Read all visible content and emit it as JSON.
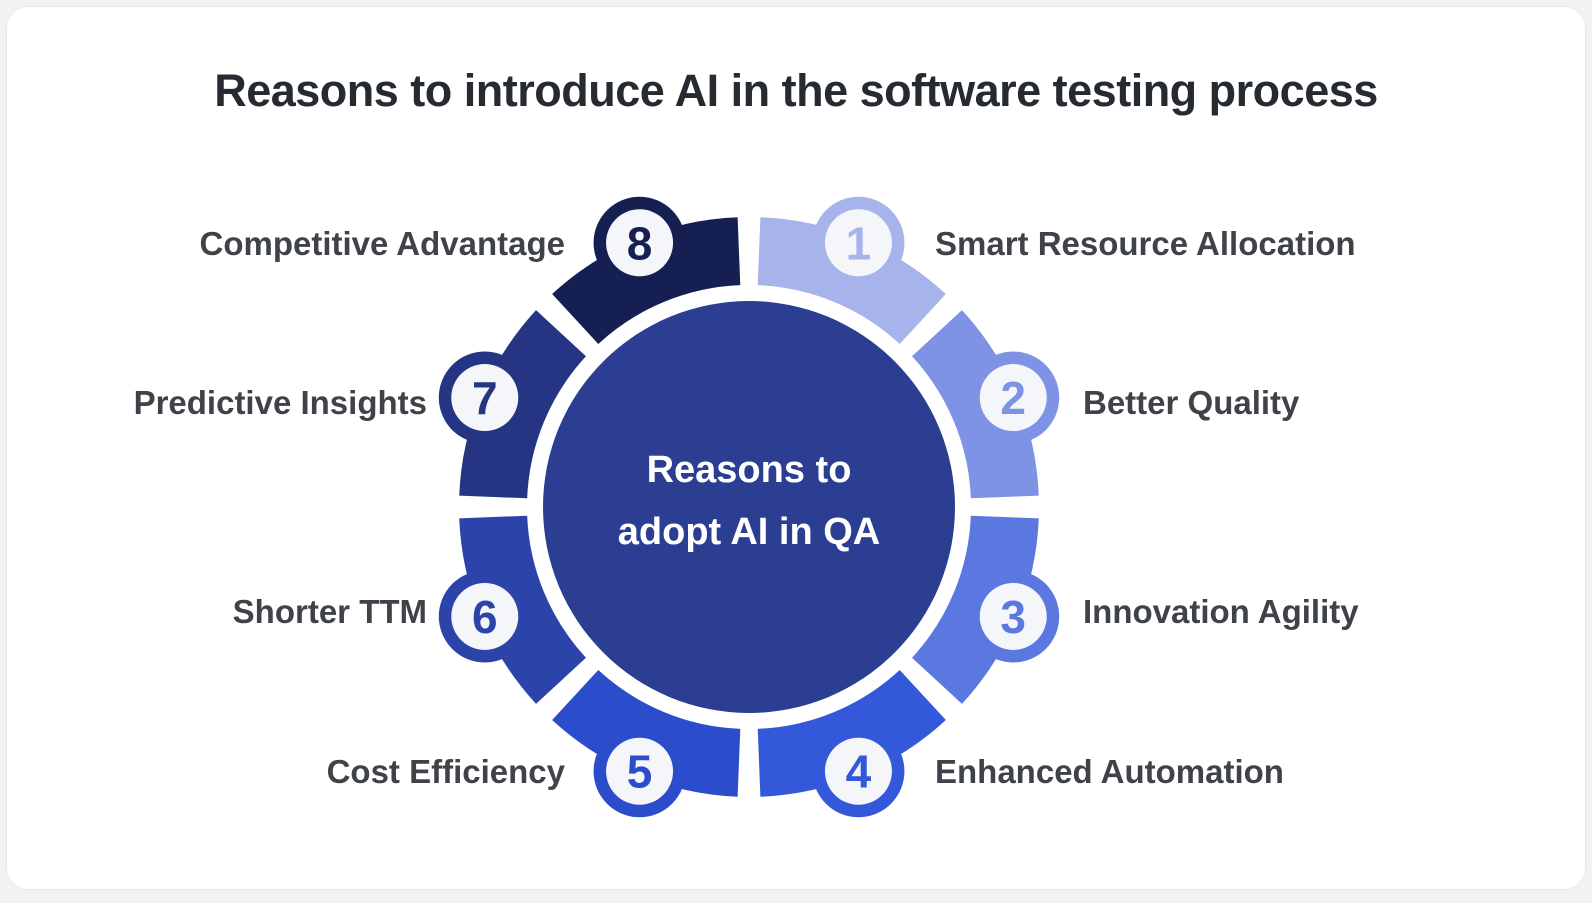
{
  "title": "Reasons to introduce AI in the software testing process",
  "center": {
    "line1": "Reasons to",
    "line2": "adopt AI in QA",
    "circle_color": "#2b3e92",
    "text_color": "#ffffff"
  },
  "badge_fill": "#f4f6f9",
  "label_color": "#3f4349",
  "title_color": "#262b31",
  "items": [
    {
      "number": "1",
      "label": "Smart Resource Allocation",
      "color": "#a7b4eb",
      "side": "right"
    },
    {
      "number": "2",
      "label": "Better Quality",
      "color": "#7e93e5",
      "side": "right"
    },
    {
      "number": "3",
      "label": "Innovation Agility",
      "color": "#5a78e0",
      "side": "right"
    },
    {
      "number": "4",
      "label": "Enhanced Automation",
      "color": "#3458da",
      "side": "right"
    },
    {
      "number": "5",
      "label": "Cost Efficiency",
      "color": "#2b4ccb",
      "side": "left"
    },
    {
      "number": "6",
      "label": "Shorter TTM",
      "color": "#2c43aa",
      "side": "left"
    },
    {
      "number": "7",
      "label": "Predictive Insights",
      "color": "#253583",
      "side": "left"
    },
    {
      "number": "8",
      "label": "Competitive Advantage",
      "color": "#161f52",
      "side": "left"
    }
  ]
}
